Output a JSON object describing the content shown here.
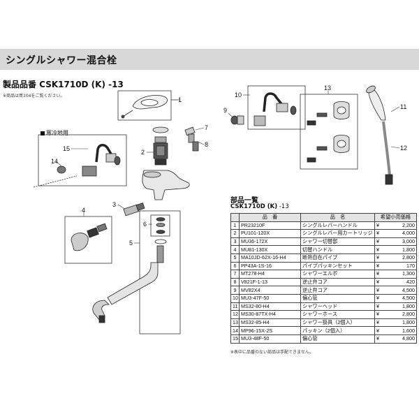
{
  "section_title": "シングルシャワー混合栓",
  "product": "製品品番 CSK1710D (K) -13",
  "note_top": "※商品は買104をご覧ください。",
  "cold_region_label": "寒冷地用",
  "callouts": [
    "1",
    "2",
    "3",
    "4",
    "5",
    "6",
    "7",
    "8",
    "9",
    "10",
    "11",
    "12",
    "13",
    "14",
    "15"
  ],
  "parts_list": {
    "title": "部品一覧",
    "subtitle_model": "CSK1710D (K)",
    "subtitle_suffix": " -13",
    "headers": [
      "",
      "品　番",
      "品　名",
      "希望小売価格"
    ],
    "rows": [
      {
        "no": "1",
        "code": "PR23210F",
        "name": "シングルレバーハンドル",
        "price": "2,200"
      },
      {
        "no": "2",
        "code": "PU101-120X",
        "name": "シングルレバー用カートリッジ",
        "price": "4,000"
      },
      {
        "no": "3",
        "code": "MU36-172X",
        "name": "シャワー切替部",
        "price": "3,000"
      },
      {
        "no": "4",
        "code": "MU81-130X",
        "name": "切替ハンドル",
        "price": "1,800"
      },
      {
        "no": "5",
        "code": "MA10JD-62X-16-H4",
        "name": "断熱自在パイプ",
        "price": "2,800"
      },
      {
        "no": "6",
        "code": "PP43A-1S-16",
        "name": "パイプパッキンセット",
        "price": "170"
      },
      {
        "no": "7",
        "code": "MT278-H4",
        "name": "シャワーエルボ",
        "price": "1,300"
      },
      {
        "no": "8",
        "code": "V821F-1-13",
        "name": "逆止弁コア",
        "price": "420"
      },
      {
        "no": "9",
        "code": "MV82X4",
        "name": "逆止弁コア",
        "price": "4,500"
      },
      {
        "no": "10",
        "code": "MU3-47F-50",
        "name": "偏心管",
        "price": "4,500"
      },
      {
        "no": "11",
        "code": "MS32-80-H4",
        "name": "シャワーヘッド",
        "price": "1,800"
      },
      {
        "no": "12",
        "code": "MS30-87TX-H4",
        "name": "シャワーホース",
        "price": "2,800"
      },
      {
        "no": "13",
        "code": "MS32-85-H4",
        "name": "シャワー掛具（2個入）",
        "price": "1,800"
      },
      {
        "no": "14",
        "code": "MP96-15X-2S",
        "name": "パッキン（2個入）",
        "price": "1,600"
      },
      {
        "no": "15",
        "code": "MU3-48F-50",
        "name": "偏心管",
        "price": "4,800"
      }
    ],
    "currency": "¥",
    "footnote": "※表中に品番のない部品は手配できません。"
  }
}
